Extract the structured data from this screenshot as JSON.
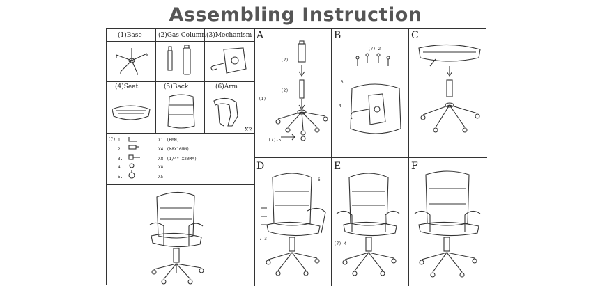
{
  "title": "Assembling Instruction",
  "parts": [
    {
      "label": "(1)Base"
    },
    {
      "label": "(2)Gas Column"
    },
    {
      "label": "(3)Mechanism"
    },
    {
      "label": "(4)Seat"
    },
    {
      "label": "(5)Back"
    },
    {
      "label": "(6)Arm"
    }
  ],
  "arm_qty": "X2",
  "hardware": {
    "header": "(7)",
    "items": [
      {
        "num": "1.",
        "qty": "X1",
        "spec": "(6MM)"
      },
      {
        "num": "2.",
        "qty": "X4",
        "spec": "(M8X16MM)"
      },
      {
        "num": "3.",
        "qty": "X8",
        "spec": "(1/4\" X20MM)"
      },
      {
        "num": "4.",
        "qty": "X8",
        "spec": ""
      },
      {
        "num": "5.",
        "qty": "X5",
        "spec": ""
      }
    ]
  },
  "steps": {
    "A": {
      "letter": "A",
      "callouts": [
        "(2)",
        "(2)",
        "(1)",
        "(7)-5"
      ]
    },
    "B": {
      "letter": "B",
      "callouts": [
        "(7)-2",
        "3",
        "4"
      ]
    },
    "C": {
      "letter": "C"
    },
    "D": {
      "letter": "D",
      "callouts": [
        "6",
        "7-3"
      ]
    },
    "E": {
      "letter": "E",
      "callouts": [
        "(7)-4"
      ]
    },
    "F": {
      "letter": "F"
    }
  }
}
